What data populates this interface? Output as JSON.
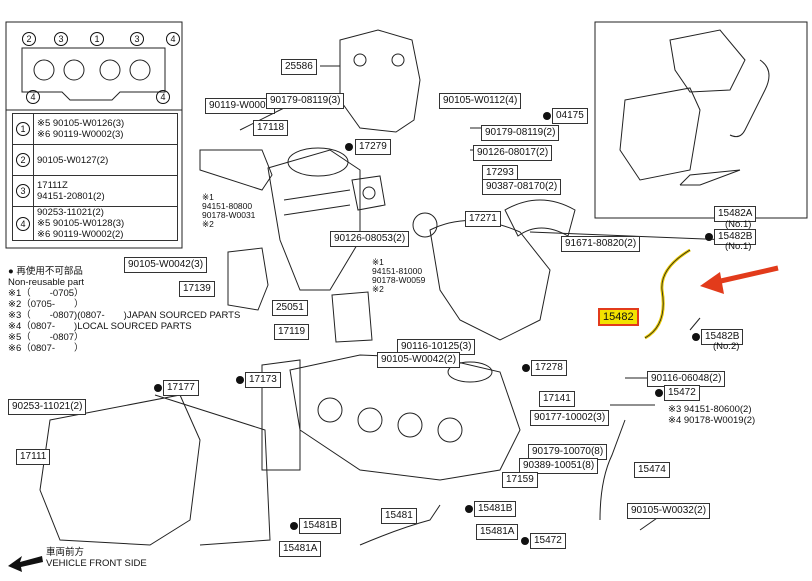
{
  "left_table": {
    "rows": [
      {
        "num": "1",
        "lines": [
          "※5 90105-W0126(3)",
          "※6 90119-W0002(3)"
        ]
      },
      {
        "num": "2",
        "lines": [
          "90105-W0127(2)"
        ]
      },
      {
        "num": "3",
        "lines": [
          "17111Z",
          "94151-20801(2)"
        ]
      },
      {
        "num": "4",
        "lines": [
          "90253-11021(2)",
          "※5 90105-W0128(3)",
          "※6 90119-W0002(2)"
        ]
      }
    ],
    "gasket_numbers": [
      "2",
      "3",
      "1",
      "3",
      "4",
      "4",
      "4"
    ]
  },
  "legend": {
    "dot_line": "再使用不可部品",
    "x_line": "Non-reusable part",
    "notes": [
      "※1（　　-0705）",
      "※2（0705-　　）",
      "※3（　　-0807)(0807-　　)JAPAN SOURCED PARTS",
      "※4（0807-　　)LOCAL SOURCED PARTS",
      "※5（　　-0807）",
      "※6（0807-　　）"
    ]
  },
  "front": {
    "jp": "車両前方",
    "en": "VEHICLE FRONT SIDE"
  },
  "highlight": {
    "code": "15482"
  },
  "labels": [
    {
      "id": "25586",
      "text": "25586"
    },
    {
      "id": "90119-W0002",
      "text": "90119-W0002"
    },
    {
      "id": "90179-08119",
      "text": "90179-08119(3)"
    },
    {
      "id": "90105-W0112",
      "text": "90105-W0112(4)"
    },
    {
      "id": "04175",
      "text": "04175"
    },
    {
      "id": "17118",
      "text": "17118"
    },
    {
      "id": "17279",
      "text": "17279"
    },
    {
      "id": "90179-08119b",
      "text": "90179-08119(2)"
    },
    {
      "id": "90126-08017",
      "text": "90126-08017(2)"
    },
    {
      "id": "17293",
      "text": "17293"
    },
    {
      "id": "90387-08170",
      "text": "90387-08170(2)"
    },
    {
      "id": "17271",
      "text": "17271"
    },
    {
      "id": "91671-80820",
      "text": "91671-80820(2)"
    },
    {
      "id": "15482A",
      "text": "15482A"
    },
    {
      "id": "15482B",
      "text": "15482B"
    },
    {
      "id": "90126-08053",
      "text": "90126-08053(2)"
    },
    {
      "id": "90105-W0042",
      "text": "90105-W0042(3)"
    },
    {
      "id": "17139",
      "text": "17139"
    },
    {
      "id": "25051",
      "text": "25051"
    },
    {
      "id": "17119",
      "text": "17119"
    },
    {
      "id": "15482B2",
      "text": "15482B"
    },
    {
      "id": "90116-10125",
      "text": "90116-10125(3)"
    },
    {
      "id": "90105-W0042b",
      "text": "90105-W0042(2)"
    },
    {
      "id": "17278",
      "text": "17278"
    },
    {
      "id": "17177",
      "text": "17177"
    },
    {
      "id": "17173",
      "text": "17173"
    },
    {
      "id": "90116-06048",
      "text": "90116-06048(2)"
    },
    {
      "id": "15472a",
      "text": "15472"
    },
    {
      "id": "90253-11021",
      "text": "90253-11021(2)"
    },
    {
      "id": "17141",
      "text": "17141"
    },
    {
      "id": "90177-10002",
      "text": "90177-10002(3)"
    },
    {
      "id": "17111",
      "text": "17111"
    },
    {
      "id": "90179-10070",
      "text": "90179-10070(8)"
    },
    {
      "id": "90389-10051",
      "text": "90389-10051(8)"
    },
    {
      "id": "17159",
      "text": "17159"
    },
    {
      "id": "15474",
      "text": "15474"
    },
    {
      "id": "15481",
      "text": "15481"
    },
    {
      "id": "15481B",
      "text": "15481B"
    },
    {
      "id": "15481Bb",
      "text": "15481B"
    },
    {
      "id": "15481A",
      "text": "15481A"
    },
    {
      "id": "15481Ab",
      "text": "15481A"
    },
    {
      "id": "15472b",
      "text": "15472"
    },
    {
      "id": "90105-W0032",
      "text": "90105-W0032(2)"
    }
  ],
  "small_texts": {
    "no1": "(No.1)",
    "no1b": "(No.1)",
    "no2": "(No.2)",
    "n17111": [
      "※1",
      "94151-80800",
      "90178-W0031",
      "※2"
    ],
    "n94151": [
      "※1",
      "94151-81000",
      "90178-W0059",
      "※2"
    ],
    "n15472": [
      "※3 94151-80600(2)",
      "※4 90178-W0019(2)"
    ]
  },
  "colors": {
    "highlight_fill": "#f3e200",
    "highlight_border": "#e23b1b",
    "arrow": "#e23b1b"
  }
}
